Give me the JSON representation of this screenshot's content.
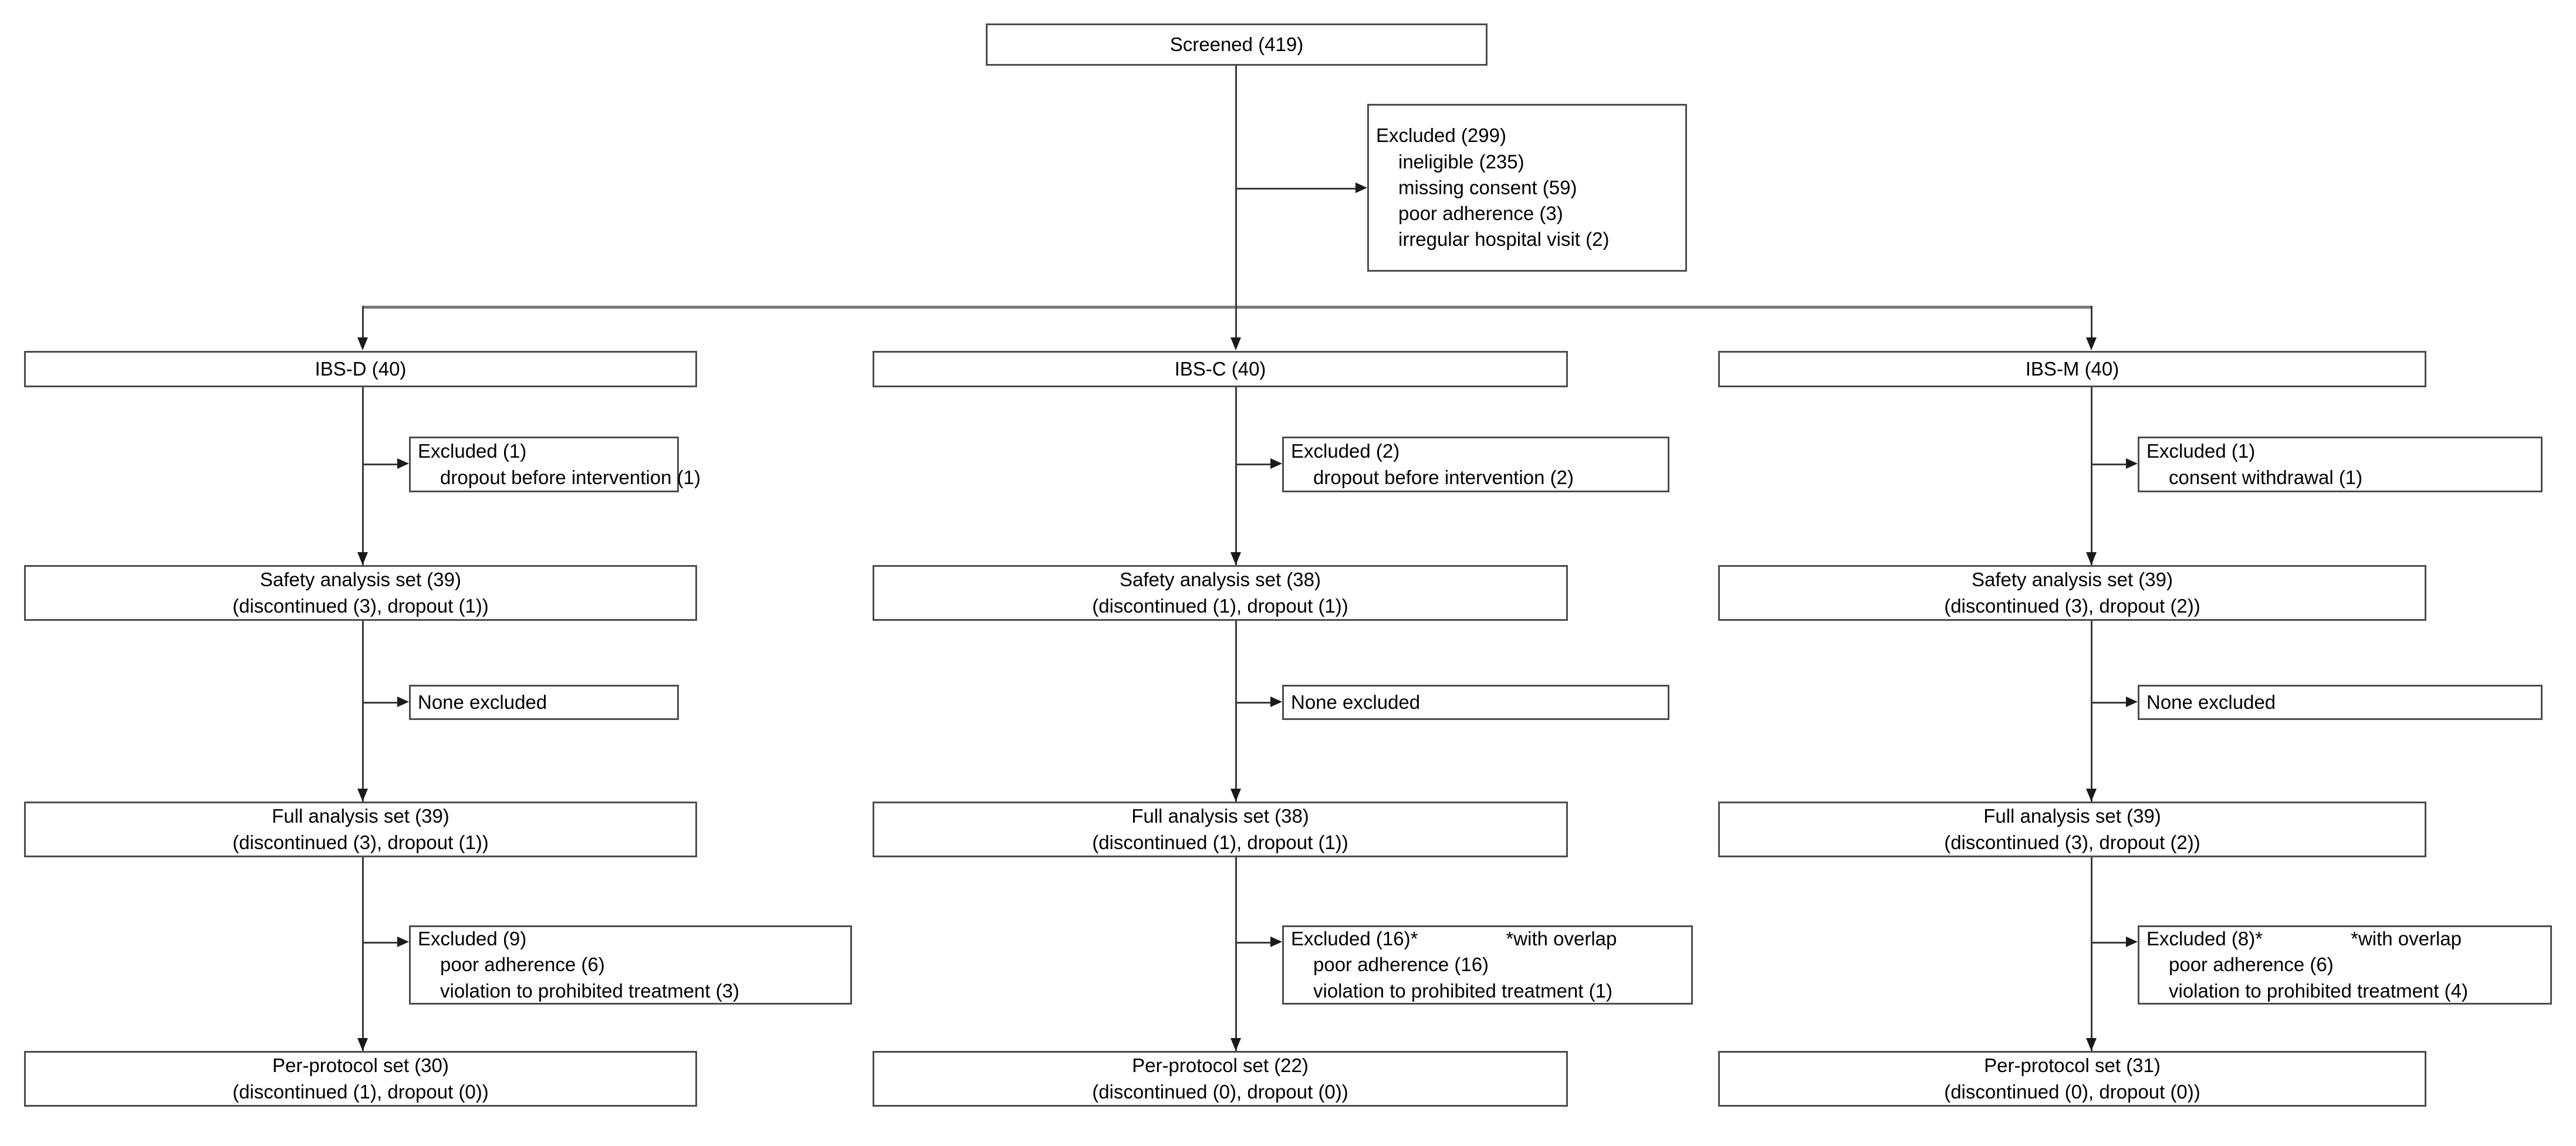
{
  "diagram": {
    "title": "CONSORT participant flow diagram",
    "type": "flowchart",
    "colors": {
      "box_border": "#4d4d4d",
      "connector": "#3a3a3a",
      "branch_bar": "#7a7a7a",
      "background": "#ffffff",
      "text": "#000000"
    },
    "screened": {
      "label": "Screened (419)",
      "count": 419
    },
    "screened_excluded": {
      "header": "Excluded (299)",
      "count": 299,
      "reasons": [
        "ineligible (235)",
        "missing consent (59)",
        "poor adherence (3)",
        "irregular hospital visit (2)"
      ]
    },
    "arms": [
      {
        "id": "ibs-d",
        "group_label": "IBS-D (40)",
        "group_count": 40,
        "excluded_pre": {
          "header": "Excluded (1)",
          "count": 1,
          "reasons": [
            "dropout before intervention (1)"
          ],
          "note": ""
        },
        "safety": {
          "line1": "Safety analysis set (39)",
          "line2": "(discontinued (3), dropout (1))",
          "count": 39,
          "discontinued": 3,
          "dropout": 1
        },
        "none_excluded": {
          "header": "None excluded"
        },
        "full": {
          "line1": "Full analysis set (39)",
          "line2": "(discontinued (3), dropout (1))",
          "count": 39,
          "discontinued": 3,
          "dropout": 1
        },
        "excluded_pp": {
          "header": "Excluded (9)",
          "count": 9,
          "note": "",
          "reasons": [
            "poor adherence (6)",
            "violation to prohibited treatment (3)"
          ]
        },
        "perprotocol": {
          "line1": "Per-protocol set (30)",
          "line2": "(discontinued (1), dropout (0))",
          "count": 30,
          "discontinued": 1,
          "dropout": 0
        }
      },
      {
        "id": "ibs-c",
        "group_label": "IBS-C (40)",
        "group_count": 40,
        "excluded_pre": {
          "header": "Excluded (2)",
          "count": 2,
          "reasons": [
            "dropout before intervention (2)"
          ],
          "note": ""
        },
        "safety": {
          "line1": "Safety analysis set (38)",
          "line2": "(discontinued (1), dropout (1))",
          "count": 38,
          "discontinued": 1,
          "dropout": 1
        },
        "none_excluded": {
          "header": "None excluded"
        },
        "full": {
          "line1": "Full analysis set (38)",
          "line2": "(discontinued (1), dropout (1))",
          "count": 38,
          "discontinued": 1,
          "dropout": 1
        },
        "excluded_pp": {
          "header": "Excluded (16)*",
          "count": 16,
          "note": "*with overlap",
          "reasons": [
            "poor adherence (16)",
            "violation to prohibited treatment (1)"
          ]
        },
        "perprotocol": {
          "line1": "Per-protocol set (22)",
          "line2": "(discontinued (0), dropout (0))",
          "count": 22,
          "discontinued": 0,
          "dropout": 0
        }
      },
      {
        "id": "ibs-m",
        "group_label": "IBS-M (40)",
        "group_count": 40,
        "excluded_pre": {
          "header": "Excluded (1)",
          "count": 1,
          "reasons": [
            "consent withdrawal (1)"
          ],
          "note": ""
        },
        "safety": {
          "line1": "Safety analysis set (39)",
          "line2": "(discontinued (3), dropout (2))",
          "count": 39,
          "discontinued": 3,
          "dropout": 2
        },
        "none_excluded": {
          "header": "None excluded"
        },
        "full": {
          "line1": "Full analysis set (39)",
          "line2": "(discontinued (3), dropout (2))",
          "count": 39,
          "discontinued": 3,
          "dropout": 2
        },
        "excluded_pp": {
          "header": "Excluded (8)*",
          "count": 8,
          "note": "*with overlap",
          "reasons": [
            "poor adherence (6)",
            "violation to prohibited treatment (4)"
          ]
        },
        "perprotocol": {
          "line1": "Per-protocol set (31)",
          "line2": "(discontinued (0), dropout (0))",
          "count": 31,
          "discontinued": 0,
          "dropout": 0
        }
      }
    ]
  }
}
